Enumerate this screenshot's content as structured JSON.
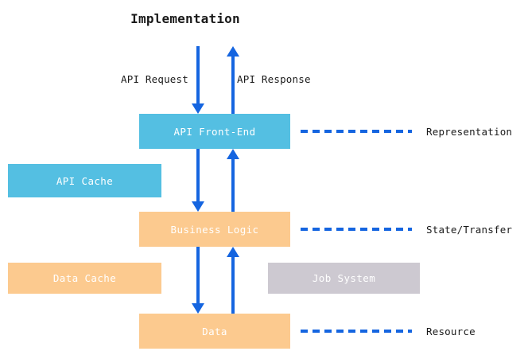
{
  "diagram": {
    "title": "Implementation",
    "boxes": [
      {
        "id": "api-frontend",
        "label": "API Front-End",
        "color": "#54bfe2"
      },
      {
        "id": "api-cache",
        "label": "API Cache",
        "color": "#54bfe2"
      },
      {
        "id": "business",
        "label": "Business Logic",
        "color": "#fcca8f"
      },
      {
        "id": "data-cache",
        "label": "Data Cache",
        "color": "#fcca8f"
      },
      {
        "id": "job-system",
        "label": "Job System",
        "color": "#cdc9d1"
      },
      {
        "id": "data",
        "label": "Data",
        "color": "#fcca8f"
      }
    ],
    "flow_labels": [
      {
        "id": "api-request",
        "label": "API Request",
        "direction": "down"
      },
      {
        "id": "api-response",
        "label": "API Response",
        "direction": "up"
      }
    ],
    "side_labels": [
      {
        "id": "representation",
        "label": "Representation",
        "box": "api-frontend"
      },
      {
        "id": "state-transfer",
        "label": "State/Transfer",
        "box": "business"
      },
      {
        "id": "resource",
        "label": "Resource",
        "box": "data"
      }
    ],
    "arrow_color": "#1565e0",
    "dash_color": "#1565e0",
    "text_color": "#1a1a1a",
    "box_text_color": "#ffffff",
    "background": "#ffffff"
  }
}
